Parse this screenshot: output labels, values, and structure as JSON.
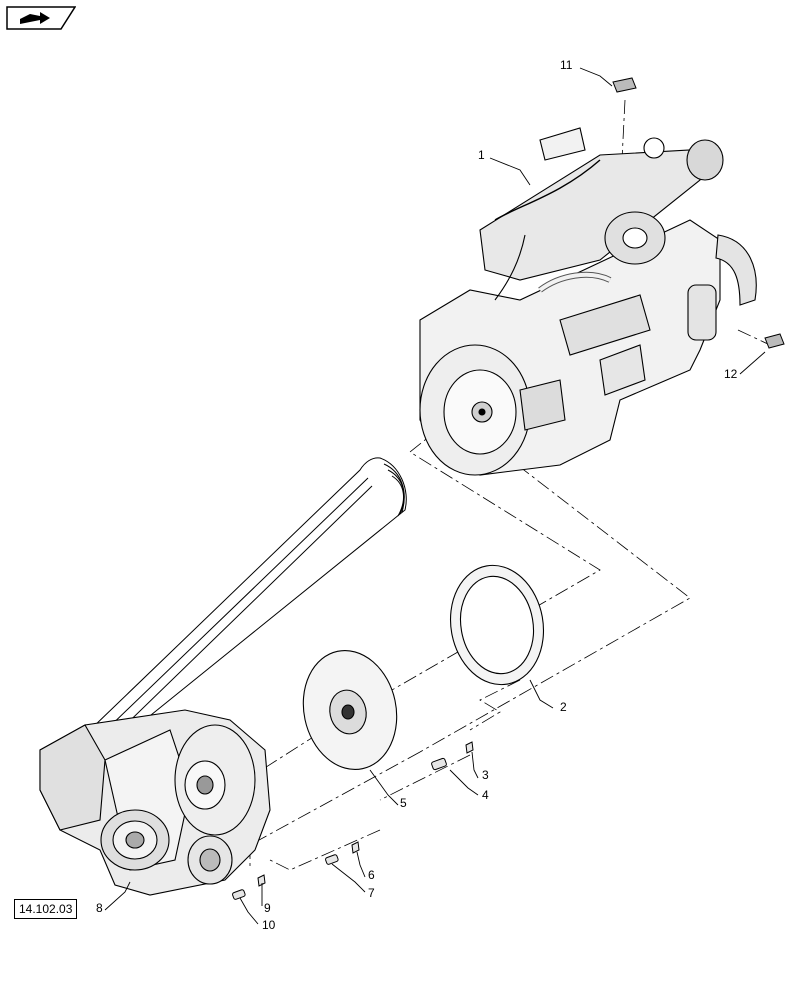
{
  "nav": {
    "icon": "book-arrow-icon"
  },
  "reference": {
    "label": "14.102.03"
  },
  "callouts": {
    "c1": "1",
    "c2": "2",
    "c3": "3",
    "c4": "4",
    "c5": "5",
    "c6": "6",
    "c7": "7",
    "c8": "8",
    "c9": "9",
    "c10": "10",
    "c11": "11",
    "c12": "12"
  },
  "colors": {
    "line": "#000000",
    "fill": "#f2f2f2",
    "shade": "#cfcfcf",
    "dark": "#555555"
  }
}
